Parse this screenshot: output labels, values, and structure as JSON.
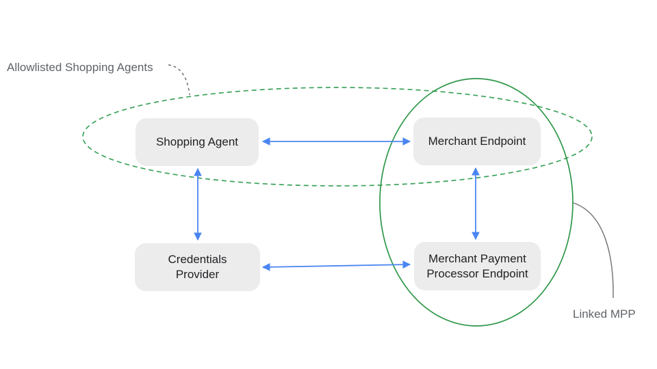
{
  "diagram": {
    "nodes": {
      "shopping_agent": "Shopping Agent",
      "merchant_endpoint": "Merchant Endpoint",
      "credentials_provider": "Credentials\nProvider",
      "mpp_endpoint": "Merchant Payment\nProcessor Endpoint"
    },
    "annotations": {
      "allowlisted_group": "Allowlisted Shopping Agents",
      "linked_mpp": "Linked MPP"
    },
    "colors": {
      "arrow_blue": "#4a86f2",
      "dashed_group_green": "#3aa25a",
      "solid_group_green": "#2d9748",
      "pointer_gray": "#6f6f6f",
      "annotation_gray": "#5f6368",
      "node_fill": "#ececec",
      "node_text": "#202124"
    }
  }
}
